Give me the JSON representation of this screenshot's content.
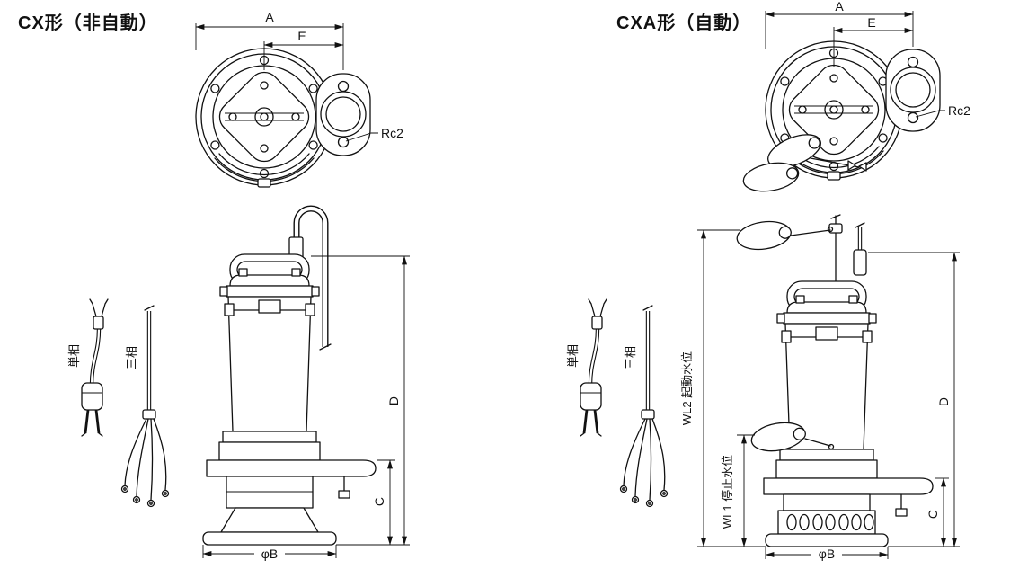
{
  "page": {
    "background": "#ffffff",
    "line_color": "#111111"
  },
  "left": {
    "title": "CX形（非自動）",
    "dim_a": "A",
    "dim_e": "E",
    "port_label": "Rc2",
    "dim_d": "D",
    "dim_c": "C",
    "dim_b": "φB",
    "cable_single": "単相",
    "cable_three": "三相"
  },
  "right": {
    "title": "CXA形（自動）",
    "dim_a": "A",
    "dim_e": "E",
    "port_label": "Rc2",
    "dim_d": "D",
    "dim_c": "C",
    "dim_b": "φB",
    "cable_single": "単相",
    "cable_three": "三相",
    "wl2": "WL2 起動水位",
    "wl1": "WL1 停止水位"
  }
}
